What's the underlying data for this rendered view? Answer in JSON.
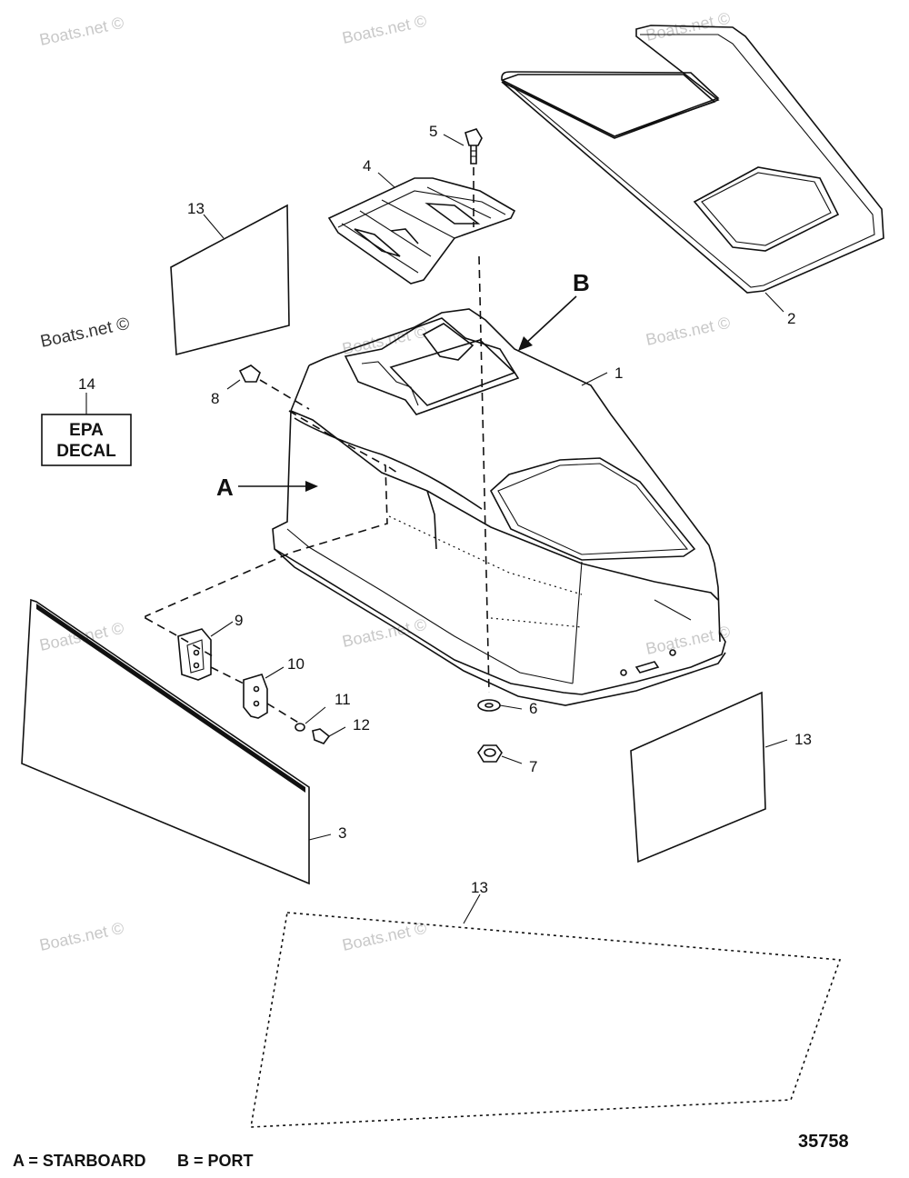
{
  "callouts": {
    "c1": "1",
    "c2": "2",
    "c3": "3",
    "c4": "4",
    "c5": "5",
    "c6": "6",
    "c7": "7",
    "c8": "8",
    "c9": "9",
    "c10": "10",
    "c11": "11",
    "c12": "12",
    "c13a": "13",
    "c13b": "13",
    "c13c": "13",
    "c14": "14"
  },
  "view_labels": {
    "a": "A",
    "b": "B"
  },
  "epa_decal": {
    "line1": "EPA",
    "line2": "DECAL"
  },
  "legend": {
    "starboard": "A = STARBOARD",
    "port": "B = PORT"
  },
  "part_number": "35758",
  "watermarks": [
    "Boats.net ©",
    "Boats.net ©",
    "Boats.net ©",
    "Boats.net ©",
    "Boats.net ©",
    "Boats.net ©",
    "Boats.net ©",
    "Boats.net ©",
    "Boats.net ©",
    "Boats.net ©",
    "Boats.net ©"
  ]
}
